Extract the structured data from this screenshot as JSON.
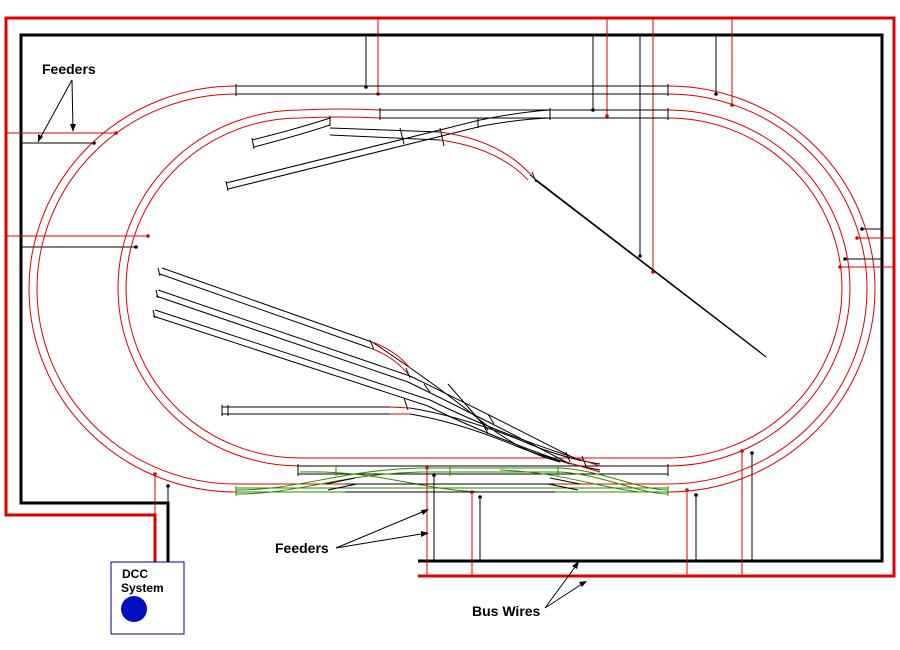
{
  "labels": {
    "feeders_top": "Feeders",
    "feeders_bottom": "Feeders",
    "bus_wires": "Bus Wires",
    "dcc_line1": "DCC",
    "dcc_line2": "System"
  },
  "colors": {
    "bus_red": "#e00000",
    "bus_black": "#000000",
    "track_red": "#e00000",
    "track_black": "#000000",
    "track_green": "#2e8b00",
    "dcc_box": "#000080",
    "dcc_dot": "#0010c0"
  }
}
